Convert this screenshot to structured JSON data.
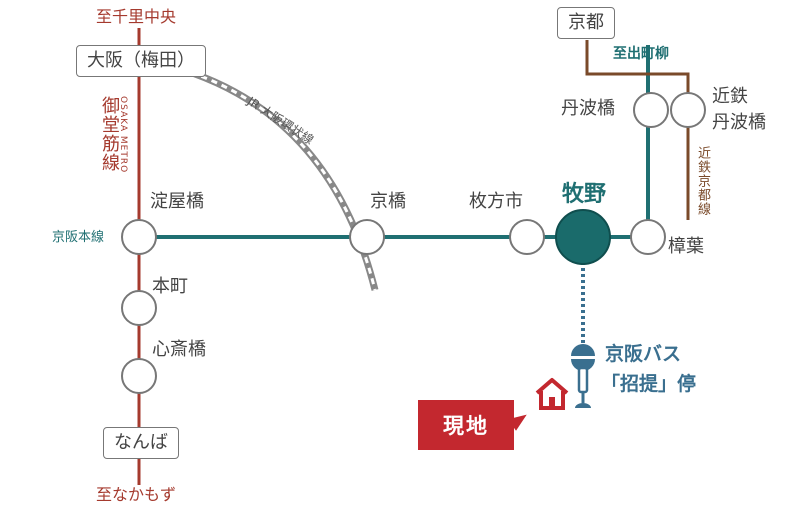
{
  "lines": {
    "midosuji": {
      "name": "御堂筋線",
      "operator": "OSAKA METRO",
      "color": "#a53a2e"
    },
    "keihan": {
      "name": "京阪本線",
      "color": "#1f6f72"
    },
    "jr_loop": {
      "name": "JR 大阪環状線",
      "color": "#888888"
    },
    "kintetsu_kyoto": {
      "name": "近鉄京都線",
      "color": "#7a4a2a"
    },
    "keihan_bus": {
      "color": "#3a6f8f"
    }
  },
  "directions": {
    "senri_chuo": "至千里中央",
    "nakamozu": "至なかもず",
    "demachiyanagi": "至出町柳"
  },
  "stations": {
    "osaka_umeda": "大阪（梅田）",
    "yodoyabashi": "淀屋橋",
    "honmachi": "本町",
    "shinsaibashi": "心斎橋",
    "namba": "なんば",
    "kyobashi": "京橋",
    "hirakatashi": "枚方市",
    "makino": "牧野",
    "kuzuha": "樟葉",
    "tambabashi": "丹波橋",
    "kintetsu_tambabashi_1": "近鉄",
    "kintetsu_tambabashi_2": "丹波橋",
    "kyoto": "京都"
  },
  "bus": {
    "line1": "京阪バス",
    "line2": "「招提」停"
  },
  "site": {
    "label": "現地"
  }
}
